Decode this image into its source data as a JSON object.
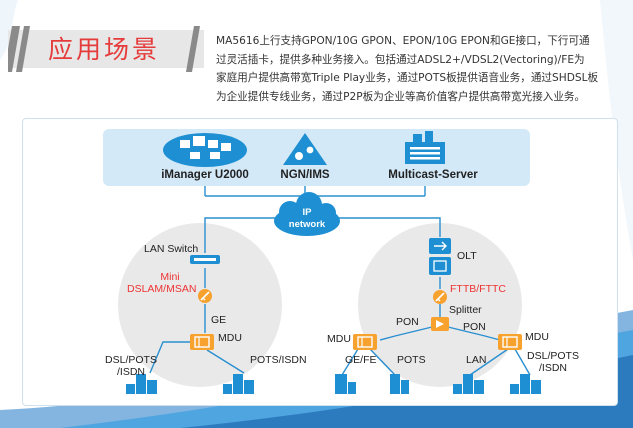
{
  "title": "应用场景",
  "intro": [
    "MA5616上行支持GPON/10G GPON、EPON/10G EPON和GE接口，下行可通",
    "过灵活插卡，提供多种业务接入。包括通过ADSL2+/VDSL2(Vectoring)/FE为",
    "家庭用户提供高带宽Triple Play业务，通过POTS板提供语音业务，通过SHDSL板",
    "为企业提供专线业务，通过P2P板为企业等高价值客户提供高带宽光接入业务。"
  ],
  "servers": {
    "imanager": "iManager U2000",
    "ngn": "NGN/IMS",
    "multicast": "Multicast-Server"
  },
  "cloud": {
    "line1": "IP",
    "line2": "network"
  },
  "left": {
    "lan_switch": "LAN Switch",
    "mini1": "Mini",
    "mini2": "DSLAM/MSAN",
    "ge": "GE",
    "mdu": "MDU",
    "dsl_pots1": "DSL/POTS",
    "dsl_pots2": "/ISDN",
    "pots_isdn": "POTS/ISDN"
  },
  "right": {
    "olt": "OLT",
    "fttb": "FTTB/FTTC",
    "splitter": "Splitter",
    "pon_left": "PON",
    "pon_right": "PON",
    "mdu_left": "MDU",
    "mdu_right": "MDU",
    "ge_fe": "GE/FE",
    "pots": "POTS",
    "lan": "LAN",
    "dsl_pots1": "DSL/POTS",
    "dsl_pots2": "/ISDN"
  },
  "colors": {
    "accent_red": "#e63b3b",
    "device_orange": "#f7a12e",
    "device_blue": "#1d8fd2",
    "line_blue": "#2a8fd0",
    "band_blue": "#d3e9f8"
  }
}
